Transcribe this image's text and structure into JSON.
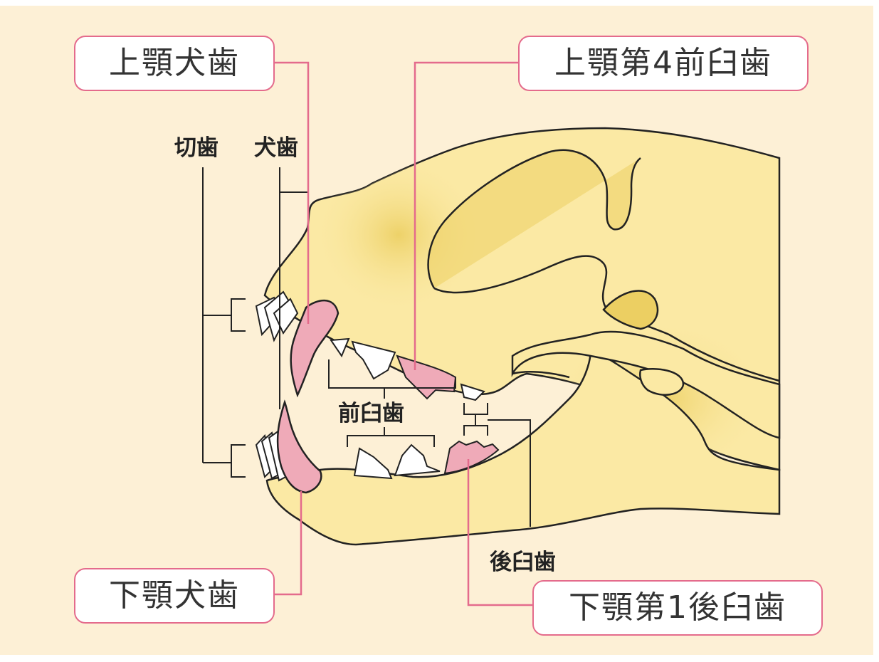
{
  "labels": {
    "upper_canine": "上顎犬歯",
    "upper_premolar4": "上顎第4前臼歯",
    "lower_canine": "下顎犬歯",
    "lower_molar1": "下顎第1後臼歯",
    "incisors": "切歯",
    "canines": "犬歯",
    "premolars": "前臼歯",
    "molars": "後臼歯"
  },
  "colors": {
    "background": "#fdf0d6",
    "bone": "#fbe9a4",
    "bone_shade": "#eccf62",
    "tooth_highlight": "#efaab8",
    "callout_border": "#e46b8c",
    "leader": "#e46b8c"
  }
}
